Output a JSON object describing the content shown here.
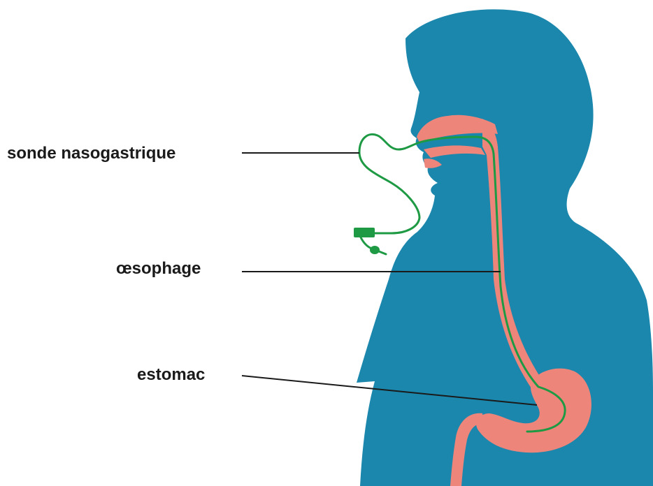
{
  "labels": {
    "tube": "sonde nasogastrique",
    "esophagus": "œsophage",
    "stomach": "estomac"
  },
  "colors": {
    "body_silhouette": "#1b87ad",
    "digestive_tract": "#ee857b",
    "tube": "#1f9a44",
    "leader_lines": "#1a1a1a",
    "label_text": "#1a1a1a"
  }
}
